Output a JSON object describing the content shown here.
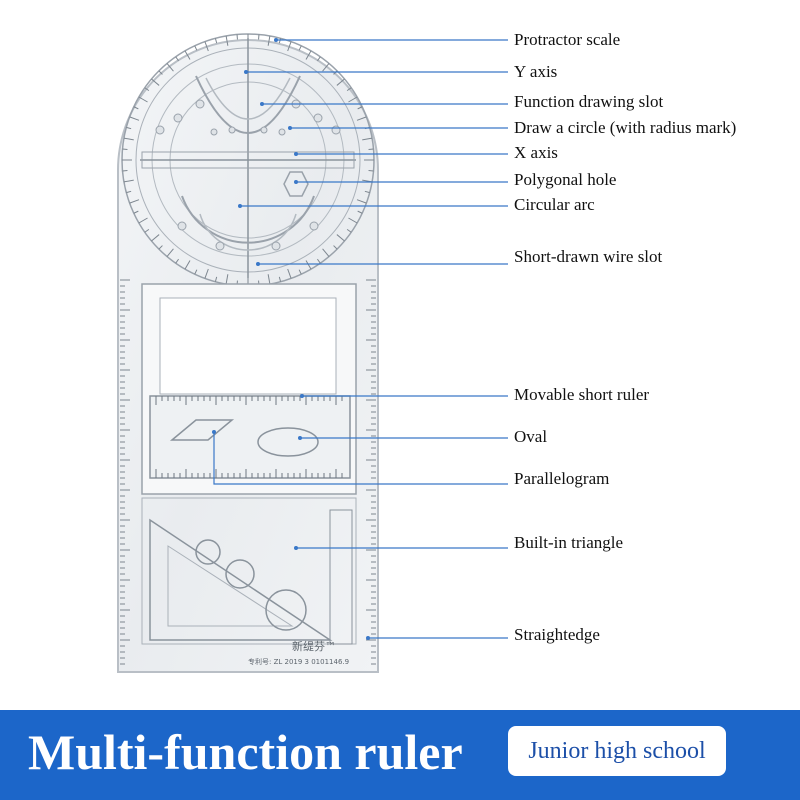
{
  "image": {
    "alt": "Transparent multi-function geometry ruler with labeled features",
    "accent_color": "#1c66c9",
    "line_color": "#3a78c8"
  },
  "callouts": [
    {
      "id": "protractor-scale",
      "label": "Protractor scale"
    },
    {
      "id": "y-axis",
      "label": "Y axis"
    },
    {
      "id": "function-drawing-slot",
      "label": "Function drawing slot"
    },
    {
      "id": "draw-a-circle",
      "label": "Draw a circle (with radius mark)"
    },
    {
      "id": "x-axis",
      "label": "X axis"
    },
    {
      "id": "polygonal-hole",
      "label": "Polygonal hole"
    },
    {
      "id": "circular-arc",
      "label": "Circular arc"
    },
    {
      "id": "short-drawn-wire-slot",
      "label": "Short-drawn wire slot"
    },
    {
      "id": "movable-short-ruler",
      "label": "Movable short ruler"
    },
    {
      "id": "oval",
      "label": "Oval"
    },
    {
      "id": "parallelogram",
      "label": "Parallelogram"
    },
    {
      "id": "built-in-triangle",
      "label": "Built-in triangle"
    },
    {
      "id": "straightedge",
      "label": "Straightedge"
    }
  ],
  "ruler_text": {
    "brand": "新缇芬™",
    "patent": "专利号: ZL 2019 3 0101146.9"
  },
  "banner": {
    "title": "Multi-function ruler",
    "badge": "Junior high school"
  }
}
